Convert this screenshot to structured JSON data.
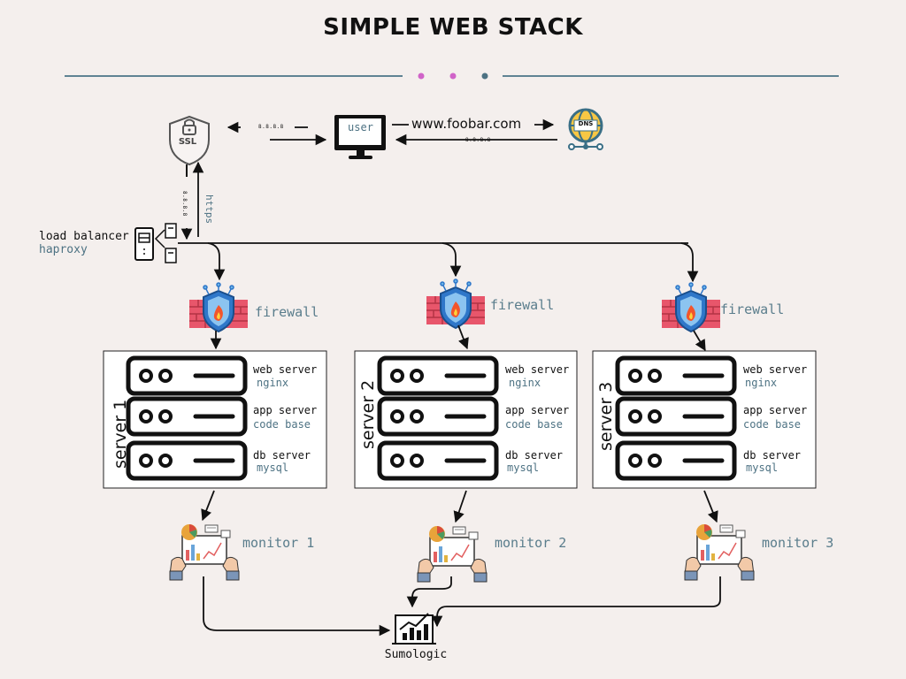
{
  "title": "SIMPLE WEB STACK",
  "user": {
    "label": "user",
    "domain": "www.foobar.com",
    "ip_to_ssl": "8.8.8.8",
    "ip_from_dns": "8.8.8.8"
  },
  "ssl": {
    "label": "SSL"
  },
  "dns": {
    "label": "DNS"
  },
  "link_lb_ssl": {
    "ip": "8.8.8.8",
    "protocol": "https"
  },
  "load_balancer": {
    "label": "load balancer",
    "software": "haproxy"
  },
  "firewalls": [
    {
      "label": "firewall"
    },
    {
      "label": "firewall"
    },
    {
      "label": "firewall"
    }
  ],
  "servers": [
    {
      "name": "server 1",
      "web": "web server",
      "web_sw": "nginx",
      "app": "app server",
      "app_sw": "code base",
      "db": "db server",
      "db_sw": "mysql"
    },
    {
      "name": "server 2",
      "web": "web server",
      "web_sw": "nginx",
      "app": "app server",
      "app_sw": "code base",
      "db": "db server",
      "db_sw": "mysql"
    },
    {
      "name": "server 3",
      "web": "web server",
      "web_sw": "nginx",
      "app": "app server",
      "app_sw": "code base",
      "db": "db server",
      "db_sw": "mysql"
    }
  ],
  "monitors": [
    {
      "label": "monitor 1"
    },
    {
      "label": "monitor 2"
    },
    {
      "label": "monitor 3"
    }
  ],
  "sumologic": {
    "label": "Sumologic"
  },
  "colors": {
    "background": "#f4efed",
    "teal": "#4d7283",
    "divider": "#5f8393",
    "dot_pink": "#d063c8",
    "brick": "#e8566b",
    "shield": "#2f77c9"
  }
}
